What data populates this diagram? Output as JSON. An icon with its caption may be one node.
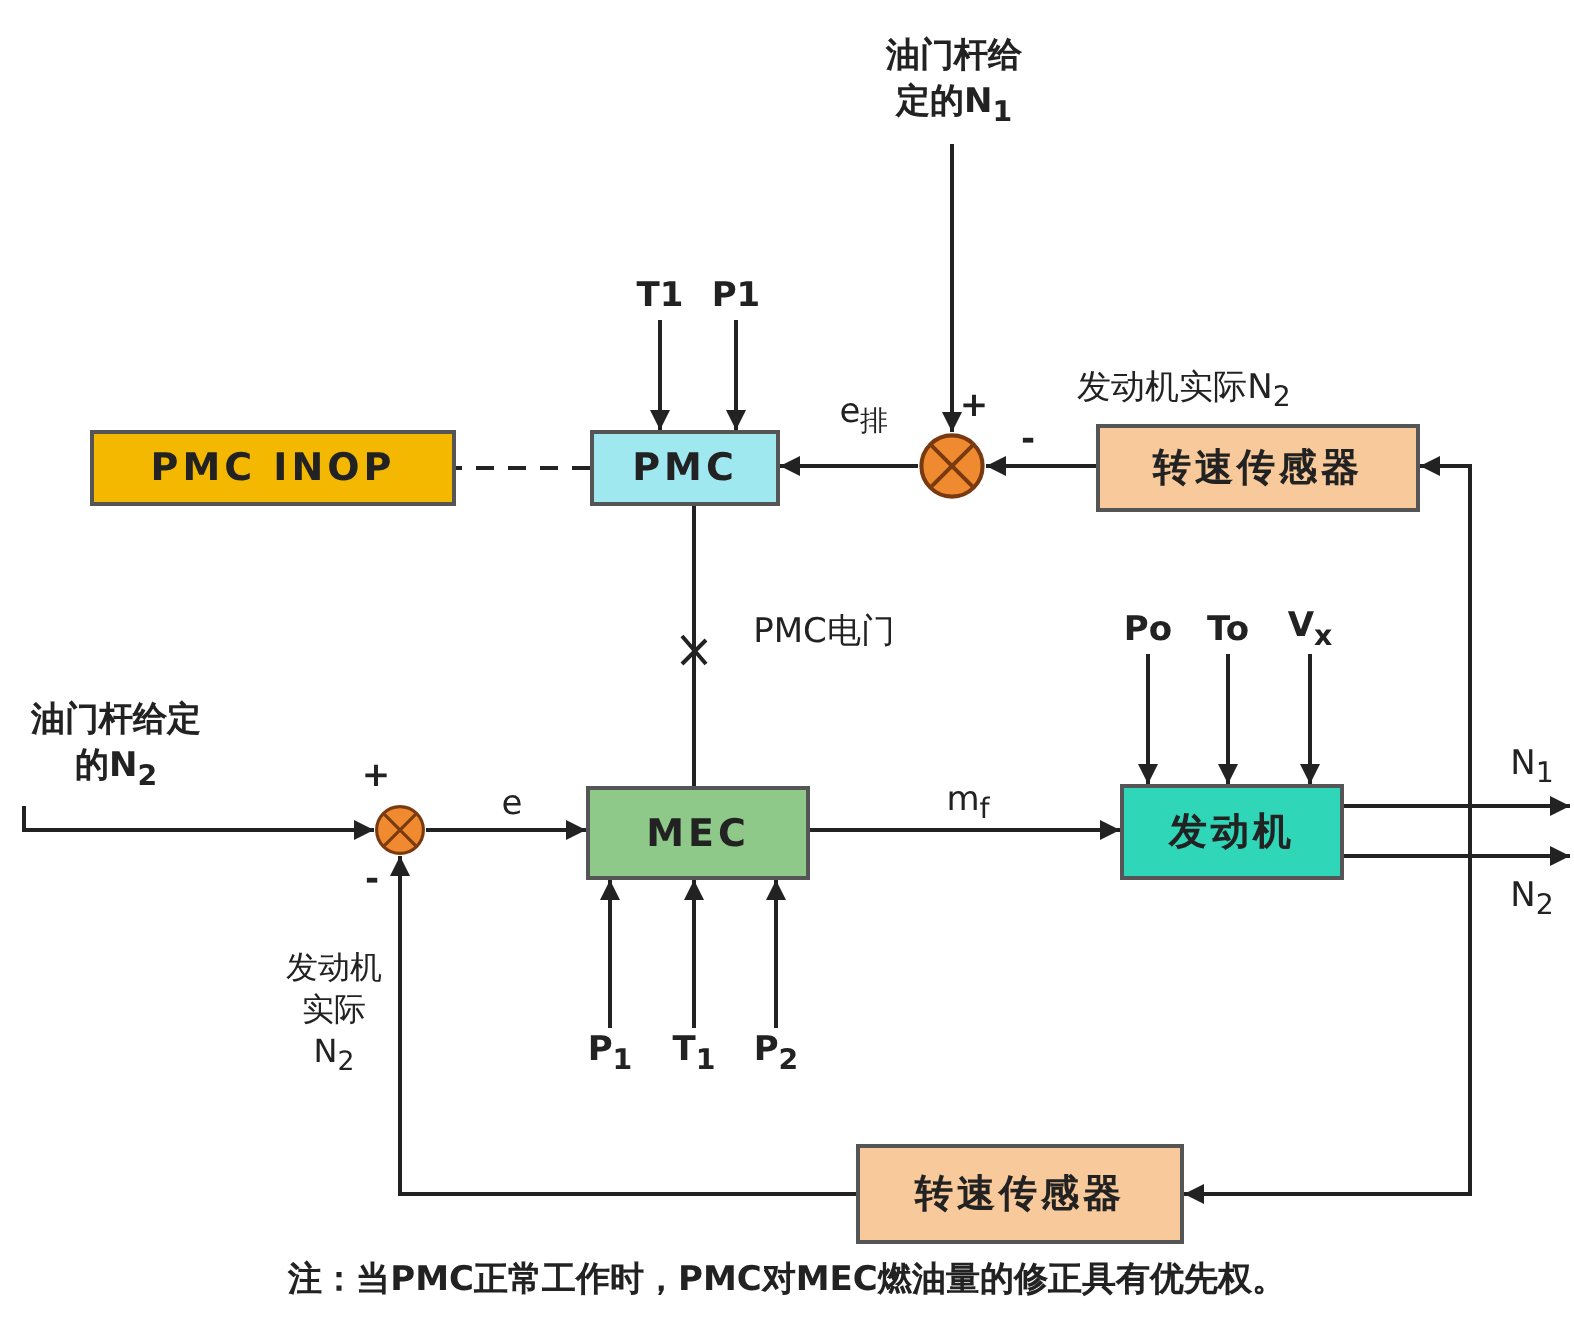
{
  "diagram": {
    "caption": "注：当PMC正常工作时，PMC对MEC燃油量的修正具有优先权。",
    "nodes": [
      {
        "text": [
          "PMC INOP"
        ]
      },
      {
        "text": [
          "PMC"
        ]
      },
      {
        "text": [],
        "shape": "circle"
      },
      {
        "text": [
          "转速传感器"
        ]
      },
      {
        "text": [
          "油门杆给定的N$_{1}$"
        ]
      },
      {
        "text": [
          "T1"
        ]
      },
      {
        "text": [
          "P1"
        ]
      },
      {
        "text": [
          "MEC"
        ]
      },
      {
        "text": [],
        "shape": "circle"
      },
      {
        "text": [
          "油门杆给定的N$_{2}$"
        ]
      },
      {
        "text": [
          "发动机"
        ]
      },
      {
        "text": [
          "Po"
        ]
      },
      {
        "text": [
          "To"
        ]
      },
      {
        "text": [
          "V$_{x}$"
        ]
      },
      {
        "text": [
          "P$_{1}$"
        ]
      },
      {
        "text": [
          "T$_{1}$"
        ]
      },
      {
        "text": [
          "P$_{2}$"
        ]
      },
      {
        "text": [
          "转速传感器"
        ]
      }
    ],
    "edges": [
      {
        "from": 1,
        "to": 0,
        "arrow": "none",
        "style": "dashed"
      },
      {
        "from": 2,
        "to": 1,
        "arrow": "to",
        "label": "e$_{排}$"
      },
      {
        "from": 3,
        "to": 2,
        "arrow": "to",
        "label": "发动机实际N$_{2}$"
      },
      {
        "from": 4,
        "to": 2,
        "arrow": "to"
      },
      {
        "from": 5,
        "to": 1,
        "arrow": "to"
      },
      {
        "from": 6,
        "to": 1,
        "arrow": "to"
      },
      {
        "from": 1,
        "to": 7,
        "arrow": "none",
        "label": "PMC电门"
      },
      {
        "from": 9,
        "to": 8,
        "arrow": "to"
      },
      {
        "from": 8,
        "to": 7,
        "arrow": "to",
        "label": "e"
      },
      {
        "from": 7,
        "to": 10,
        "arrow": "to",
        "label": "m$_{f}$"
      },
      {
        "from": 11,
        "to": 10,
        "arrow": "to"
      },
      {
        "from": 12,
        "to": 10,
        "arrow": "to"
      },
      {
        "from": 13,
        "to": 10,
        "arrow": "to"
      },
      {
        "from": 14,
        "to": 7,
        "arrow": "to"
      },
      {
        "from": 15,
        "to": 7,
        "arrow": "to"
      },
      {
        "from": 16,
        "to": 7,
        "arrow": "to"
      },
      {
        "from": 10,
        "to": null,
        "arrow": "to",
        "label": "N$_{1}$"
      },
      {
        "from": 10,
        "to": null,
        "arrow": "to",
        "label": "N$_{2}$"
      },
      {
        "from": 10,
        "to": 3,
        "arrow": "to"
      },
      {
        "from": 10,
        "to": 17,
        "arrow": "to"
      },
      {
        "from": 17,
        "to": 8,
        "arrow": "to",
        "label": "发动机实际N$_{2}$"
      }
    ],
    "labels": [
      "+",
      "-",
      "+",
      "-"
    ]
  }
}
